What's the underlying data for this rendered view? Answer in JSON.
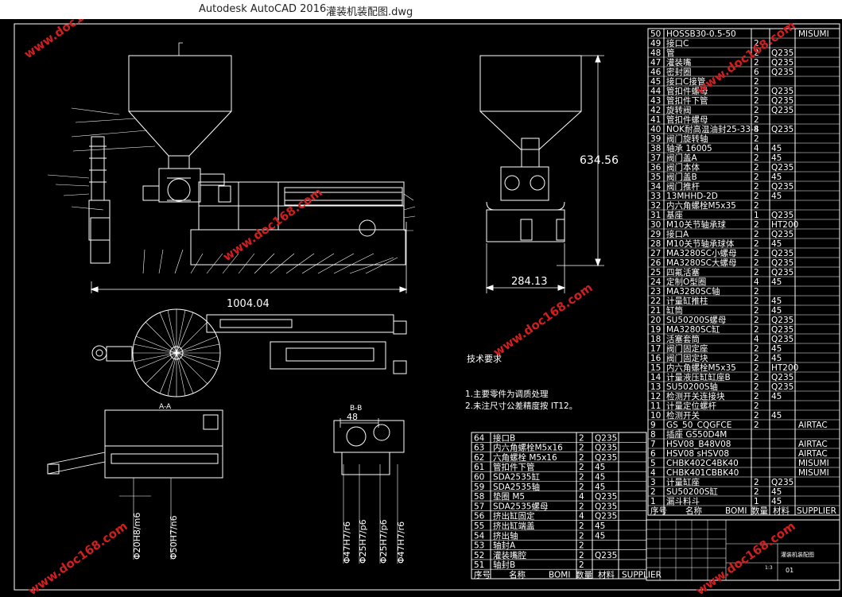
{
  "window": {
    "app_title": "Autodesk AutoCAD 2016",
    "file_name": "灌装机装配图.dwg"
  },
  "drawing": {
    "dimensions": {
      "total_length": "1004.04",
      "height": "634.56",
      "side_width": "284.13",
      "bb_width": "48"
    },
    "section_labels": {
      "aa": "A-A",
      "bb": "B-B"
    },
    "fits": {
      "fit1": "Φ20H8/m6",
      "fit2": "Φ50H7/n6",
      "fit3": "Φ47H7/r6",
      "fit4": "Φ25H7/p6",
      "fit5": "Φ25H7/p6",
      "fit6": "Φ47H7/r6"
    },
    "tech_requirements": {
      "heading": "技术要求",
      "item1": "1.主要零件为调质处理",
      "item2": "2.未注尺寸公差精度按 IT12。"
    },
    "title_block": {
      "name": "灌装机装配图",
      "sheet": "01",
      "scale": "1:3"
    },
    "watermark": "www.doc168.com"
  },
  "bom_right": {
    "header": {
      "seq": "序号",
      "name": "名称",
      "bom": "BOMI",
      "qty": "数量",
      "material": "材料",
      "supplier": "SUPPLIER"
    },
    "rows": [
      {
        "n": "50",
        "name": "HOSSB30-0.5-50",
        "qty": "",
        "mat": "",
        "sup": "MISUMI"
      },
      {
        "n": "49",
        "name": "接口C",
        "qty": "2",
        "mat": "",
        "sup": ""
      },
      {
        "n": "48",
        "name": "管",
        "qty": "2",
        "mat": "Q235",
        "sup": ""
      },
      {
        "n": "47",
        "name": "灌装嘴",
        "qty": "2",
        "mat": "Q235",
        "sup": ""
      },
      {
        "n": "46",
        "name": "密封圈",
        "qty": "6",
        "mat": "Q235",
        "sup": ""
      },
      {
        "n": "45",
        "name": "接口C接管",
        "qty": "2",
        "mat": "",
        "sup": ""
      },
      {
        "n": "44",
        "name": "管扣件螺母",
        "qty": "2",
        "mat": "Q235",
        "sup": ""
      },
      {
        "n": "43",
        "name": "管扣件下管",
        "qty": "2",
        "mat": "Q235",
        "sup": ""
      },
      {
        "n": "42",
        "name": "旋转阀",
        "qty": "2",
        "mat": "Q235",
        "sup": ""
      },
      {
        "n": "41",
        "name": "管扣件螺母",
        "qty": "2",
        "mat": "",
        "sup": ""
      },
      {
        "n": "40",
        "name": "NOK耐高温油封25-33-8",
        "qty": "4",
        "mat": "Q235",
        "sup": ""
      },
      {
        "n": "39",
        "name": "阀门旋转轴",
        "qty": "2",
        "mat": "",
        "sup": ""
      },
      {
        "n": "38",
        "name": "轴承 16005",
        "qty": "4",
        "mat": "45",
        "sup": ""
      },
      {
        "n": "37",
        "name": "阀门盖A",
        "qty": "2",
        "mat": "45",
        "sup": ""
      },
      {
        "n": "36",
        "name": "阀门本体",
        "qty": "2",
        "mat": "Q235",
        "sup": ""
      },
      {
        "n": "35",
        "name": "阀门盖B",
        "qty": "2",
        "mat": "45",
        "sup": ""
      },
      {
        "n": "34",
        "name": "阀门推杆",
        "qty": "2",
        "mat": "Q235",
        "sup": ""
      },
      {
        "n": "33",
        "name": "13MHHD-2D",
        "qty": "2",
        "mat": "45",
        "sup": ""
      },
      {
        "n": "32",
        "name": "内六角螺栓M5x35",
        "qty": "2",
        "mat": "",
        "sup": ""
      },
      {
        "n": "31",
        "name": "基座",
        "qty": "1",
        "mat": "Q235",
        "sup": ""
      },
      {
        "n": "30",
        "name": "M10关节轴承球",
        "qty": "2",
        "mat": "HT200",
        "sup": ""
      },
      {
        "n": "29",
        "name": "接口A",
        "qty": "2",
        "mat": "Q235",
        "sup": ""
      },
      {
        "n": "28",
        "name": "M10关节轴承球体",
        "qty": "2",
        "mat": "45",
        "sup": ""
      },
      {
        "n": "27",
        "name": "MA3280SC小螺母",
        "qty": "2",
        "mat": "Q235",
        "sup": ""
      },
      {
        "n": "26",
        "name": "MA3280SC大螺母",
        "qty": "2",
        "mat": "Q235",
        "sup": ""
      },
      {
        "n": "25",
        "name": "四氟活塞",
        "qty": "2",
        "mat": "Q235",
        "sup": ""
      },
      {
        "n": "24",
        "name": "定制O型圈",
        "qty": "4",
        "mat": "45",
        "sup": ""
      },
      {
        "n": "23",
        "name": "MA3280SC轴",
        "qty": "2",
        "mat": "",
        "sup": ""
      },
      {
        "n": "22",
        "name": "计量缸推柱",
        "qty": "2",
        "mat": "45",
        "sup": ""
      },
      {
        "n": "21",
        "name": "缸筒",
        "qty": "2",
        "mat": "45",
        "sup": ""
      },
      {
        "n": "20",
        "name": "SU50200S螺母",
        "qty": "2",
        "mat": "Q235",
        "sup": ""
      },
      {
        "n": "19",
        "name": "MA3280SC缸",
        "qty": "2",
        "mat": "Q235",
        "sup": ""
      },
      {
        "n": "18",
        "name": "活塞套筒",
        "qty": "4",
        "mat": "Q235",
        "sup": ""
      },
      {
        "n": "17",
        "name": "阀门固定座",
        "qty": "2",
        "mat": "45",
        "sup": ""
      },
      {
        "n": "16",
        "name": "阀门固定块",
        "qty": "2",
        "mat": "45",
        "sup": ""
      },
      {
        "n": "15",
        "name": "内六角螺栓M5x35",
        "qty": "2",
        "mat": "HT200",
        "sup": ""
      },
      {
        "n": "14",
        "name": "计量液压缸缸座B",
        "qty": "2",
        "mat": "Q235",
        "sup": ""
      },
      {
        "n": "13",
        "name": "SU50200S轴",
        "qty": "2",
        "mat": "Q235",
        "sup": ""
      },
      {
        "n": "12",
        "name": "检测开关连接块",
        "qty": "2",
        "mat": "45",
        "sup": ""
      },
      {
        "n": "11",
        "name": "计量定位螺杆",
        "qty": "2",
        "mat": "",
        "sup": ""
      },
      {
        "n": "10",
        "name": "检测开关",
        "qty": "2",
        "mat": "45",
        "sup": ""
      },
      {
        "n": "9",
        "name": "GS_50_CQGFCE",
        "qty": "2",
        "mat": "",
        "sup": "AIRTAC"
      },
      {
        "n": "8",
        "name": "插座 GS50D4M",
        "qty": "",
        "mat": "",
        "sup": ""
      },
      {
        "n": "7",
        "name": "HSV08_B48V08",
        "qty": "",
        "mat": "",
        "sup": "AIRTAC"
      },
      {
        "n": "6",
        "name": "HSV08 sHSV08",
        "qty": "",
        "mat": "",
        "sup": "AIRTAC"
      },
      {
        "n": "5",
        "name": "CHBK402C4BK40",
        "qty": "",
        "mat": "",
        "sup": "MISUMI"
      },
      {
        "n": "4",
        "name": "CHBK401CBBK40",
        "qty": "",
        "mat": "",
        "sup": "MISUMI"
      },
      {
        "n": "3",
        "name": "计量缸座",
        "qty": "2",
        "mat": "Q235",
        "sup": ""
      },
      {
        "n": "2",
        "name": "SU50200S缸",
        "qty": "2",
        "mat": "45",
        "sup": ""
      },
      {
        "n": "1",
        "name": "漏斗料斗",
        "qty": "1",
        "mat": "45",
        "sup": ""
      }
    ]
  },
  "bom_left": {
    "header": {
      "seq": "序号",
      "name": "名称",
      "bom": "BOMI",
      "qty": "数量",
      "material": "材料",
      "supplier": "SUPPLIER"
    },
    "rows": [
      {
        "n": "64",
        "name": "接口B",
        "qty": "2",
        "mat": "Q235"
      },
      {
        "n": "63",
        "name": "内六角螺栓M5x16",
        "qty": "2",
        "mat": "Q235"
      },
      {
        "n": "62",
        "name": "六角螺栓 M5x16",
        "qty": "2",
        "mat": "Q235"
      },
      {
        "n": "61",
        "name": "管扣件下管",
        "qty": "2",
        "mat": "45"
      },
      {
        "n": "60",
        "name": "SDA2535缸",
        "qty": "2",
        "mat": "45"
      },
      {
        "n": "59",
        "name": "SDA2535轴",
        "qty": "2",
        "mat": "45"
      },
      {
        "n": "58",
        "name": "垫圈 M5",
        "qty": "4",
        "mat": "Q235"
      },
      {
        "n": "57",
        "name": "SDA2535螺母",
        "qty": "2",
        "mat": "Q235"
      },
      {
        "n": "56",
        "name": "挤出缸固定",
        "qty": "4",
        "mat": "Q235"
      },
      {
        "n": "55",
        "name": "挤出缸端盖",
        "qty": "2",
        "mat": "45"
      },
      {
        "n": "54",
        "name": "挤出轴",
        "qty": "2",
        "mat": "45"
      },
      {
        "n": "53",
        "name": "轴封A",
        "qty": "2",
        "mat": ""
      },
      {
        "n": "52",
        "name": "灌装嘴腔",
        "qty": "2",
        "mat": "Q235"
      },
      {
        "n": "51",
        "name": "轴封B",
        "qty": "2",
        "mat": ""
      }
    ]
  }
}
